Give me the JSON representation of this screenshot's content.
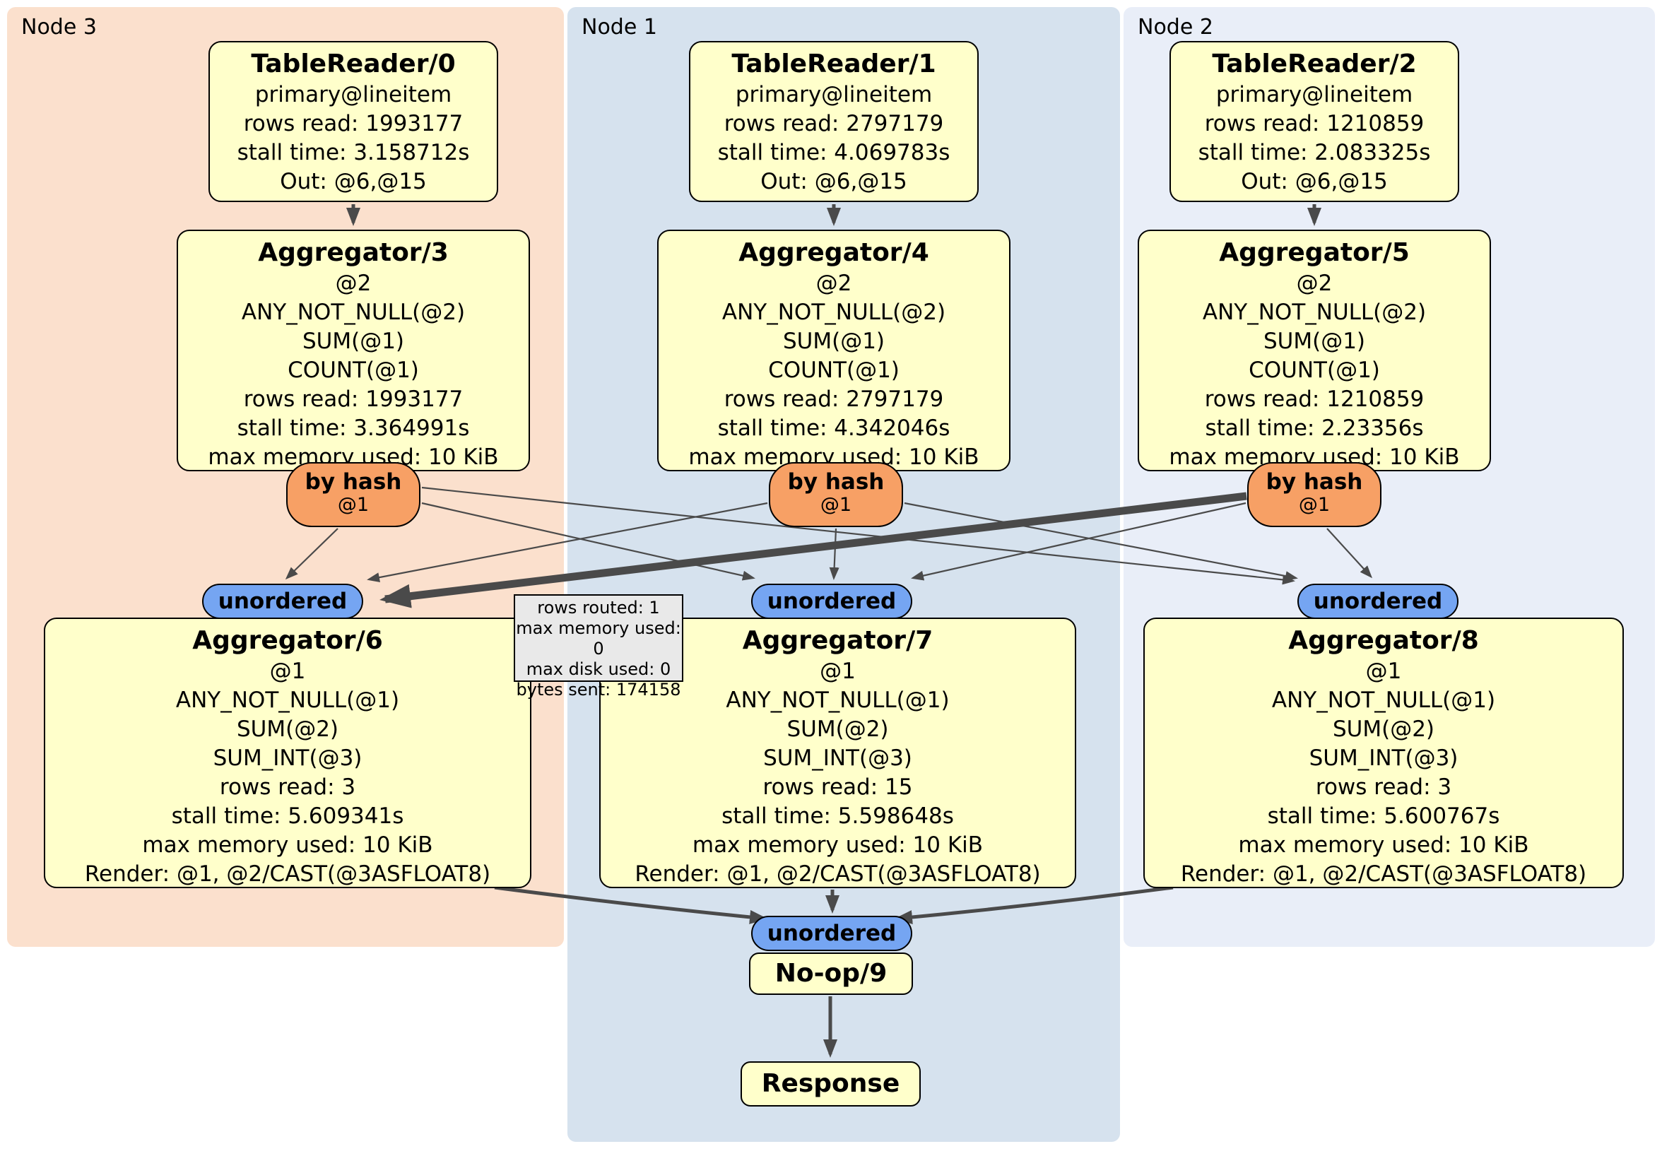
{
  "regions": {
    "node3": {
      "label": "Node 3"
    },
    "node1": {
      "label": "Node 1"
    },
    "node2": {
      "label": "Node 2"
    }
  },
  "processors": {
    "tr0": {
      "title": "TableReader/0",
      "lines": [
        "primary@lineitem",
        "rows read: 1993177",
        "stall time: 3.158712s",
        "Out: @6,@15"
      ]
    },
    "tr1": {
      "title": "TableReader/1",
      "lines": [
        "primary@lineitem",
        "rows read: 2797179",
        "stall time: 4.069783s",
        "Out: @6,@15"
      ]
    },
    "tr2": {
      "title": "TableReader/2",
      "lines": [
        "primary@lineitem",
        "rows read: 1210859",
        "stall time: 2.083325s",
        "Out: @6,@15"
      ]
    },
    "agg3": {
      "title": "Aggregator/3",
      "lines": [
        "@2",
        "ANY_NOT_NULL(@2)",
        "SUM(@1)",
        "COUNT(@1)",
        "rows read: 1993177",
        "stall time: 3.364991s",
        "max memory used: 10 KiB"
      ]
    },
    "agg4": {
      "title": "Aggregator/4",
      "lines": [
        "@2",
        "ANY_NOT_NULL(@2)",
        "SUM(@1)",
        "COUNT(@1)",
        "rows read: 2797179",
        "stall time: 4.342046s",
        "max memory used: 10 KiB"
      ]
    },
    "agg5": {
      "title": "Aggregator/5",
      "lines": [
        "@2",
        "ANY_NOT_NULL(@2)",
        "SUM(@1)",
        "COUNT(@1)",
        "rows read: 1210859",
        "stall time: 2.23356s",
        "max memory used: 10 KiB"
      ]
    },
    "agg6": {
      "title": "Aggregator/6",
      "lines": [
        "@1",
        "ANY_NOT_NULL(@1)",
        "SUM(@2)",
        "SUM_INT(@3)",
        "rows read: 3",
        "stall time: 5.609341s",
        "max memory used: 10 KiB",
        "Render: @1, @2/CAST(@3ASFLOAT8)"
      ]
    },
    "agg7": {
      "title": "Aggregator/7",
      "lines": [
        "@1",
        "ANY_NOT_NULL(@1)",
        "SUM(@2)",
        "SUM_INT(@3)",
        "rows read: 15",
        "stall time: 5.598648s",
        "max memory used: 10 KiB",
        "Render: @1, @2/CAST(@3ASFLOAT8)"
      ]
    },
    "agg8": {
      "title": "Aggregator/8",
      "lines": [
        "@1",
        "ANY_NOT_NULL(@1)",
        "SUM(@2)",
        "SUM_INT(@3)",
        "rows read: 3",
        "stall time: 5.600767s",
        "max memory used: 10 KiB",
        "Render: @1, @2/CAST(@3ASFLOAT8)"
      ]
    },
    "noop9": {
      "title": "No-op/9"
    },
    "response": {
      "title": "Response"
    }
  },
  "routers": {
    "hash3": {
      "title": "by hash",
      "detail": "@1"
    },
    "hash4": {
      "title": "by hash",
      "detail": "@1"
    },
    "hash5": {
      "title": "by hash",
      "detail": "@1"
    }
  },
  "syncs": {
    "un6": {
      "label": "unordered"
    },
    "un7": {
      "label": "unordered"
    },
    "un8": {
      "label": "unordered"
    },
    "un9": {
      "label": "unordered"
    }
  },
  "tooltip": {
    "lines": [
      "rows routed: 1",
      "max memory used: 0",
      "max disk used: 0",
      "bytes sent: 174158"
    ]
  },
  "colors": {
    "node3_bg": "#fbe0cd",
    "node1_bg": "#d6e2ee",
    "node2_bg": "#e9eef8",
    "box_bg": "#ffffcb",
    "router_bg": "#f7a065",
    "sync_bg": "#75a5f2",
    "tooltip_bg": "#e9e9e9",
    "edge": "#4a4a4a",
    "edge_thick": "#3f3f3f"
  }
}
